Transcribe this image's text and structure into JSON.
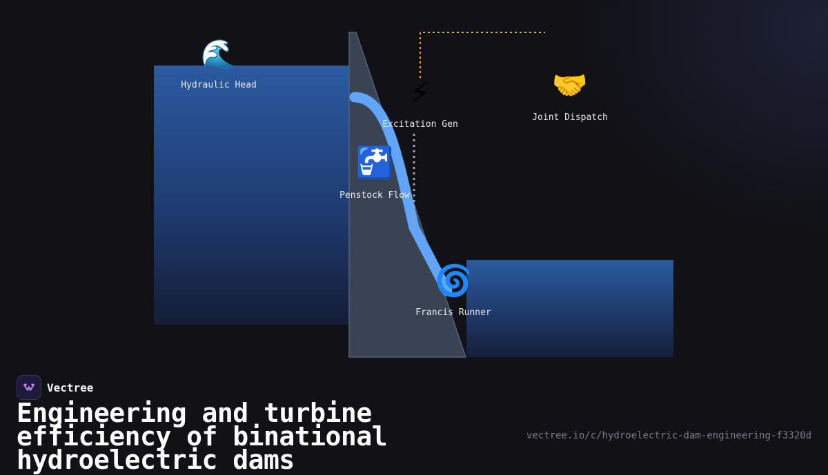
{
  "nodes": {
    "hydraulic_head": {
      "label": "Hydraulic Head",
      "icon": "water-wave-icon",
      "glyph": "🌊"
    },
    "excitation_gen": {
      "label": "Excitation Gen",
      "icon": "lightning-bolt-icon",
      "glyph": "⚡"
    },
    "joint_dispatch": {
      "label": "Joint Dispatch",
      "icon": "handshake-icon",
      "glyph": "🤝"
    },
    "penstock_flow": {
      "label": "Penstock Flow",
      "icon": "water-tap-icon",
      "glyph": "🚰"
    },
    "francis_runner": {
      "label": "Francis Runner",
      "icon": "spiral-icon",
      "glyph": "🌀"
    }
  },
  "colors": {
    "reservoir": "#2c5aa0",
    "dam": "#3a4353",
    "penstock": "#60a5fa",
    "control_link": "#f5b323",
    "signal_link": "#9aa3b2"
  },
  "brand": {
    "name": "Vectree",
    "icon": "vectree-logo-icon"
  },
  "title": "Engineering and turbine efficiency of binational hydroelectric dams",
  "url": "vectree.io/c/hydroelectric-dam-engineering-f3320d"
}
